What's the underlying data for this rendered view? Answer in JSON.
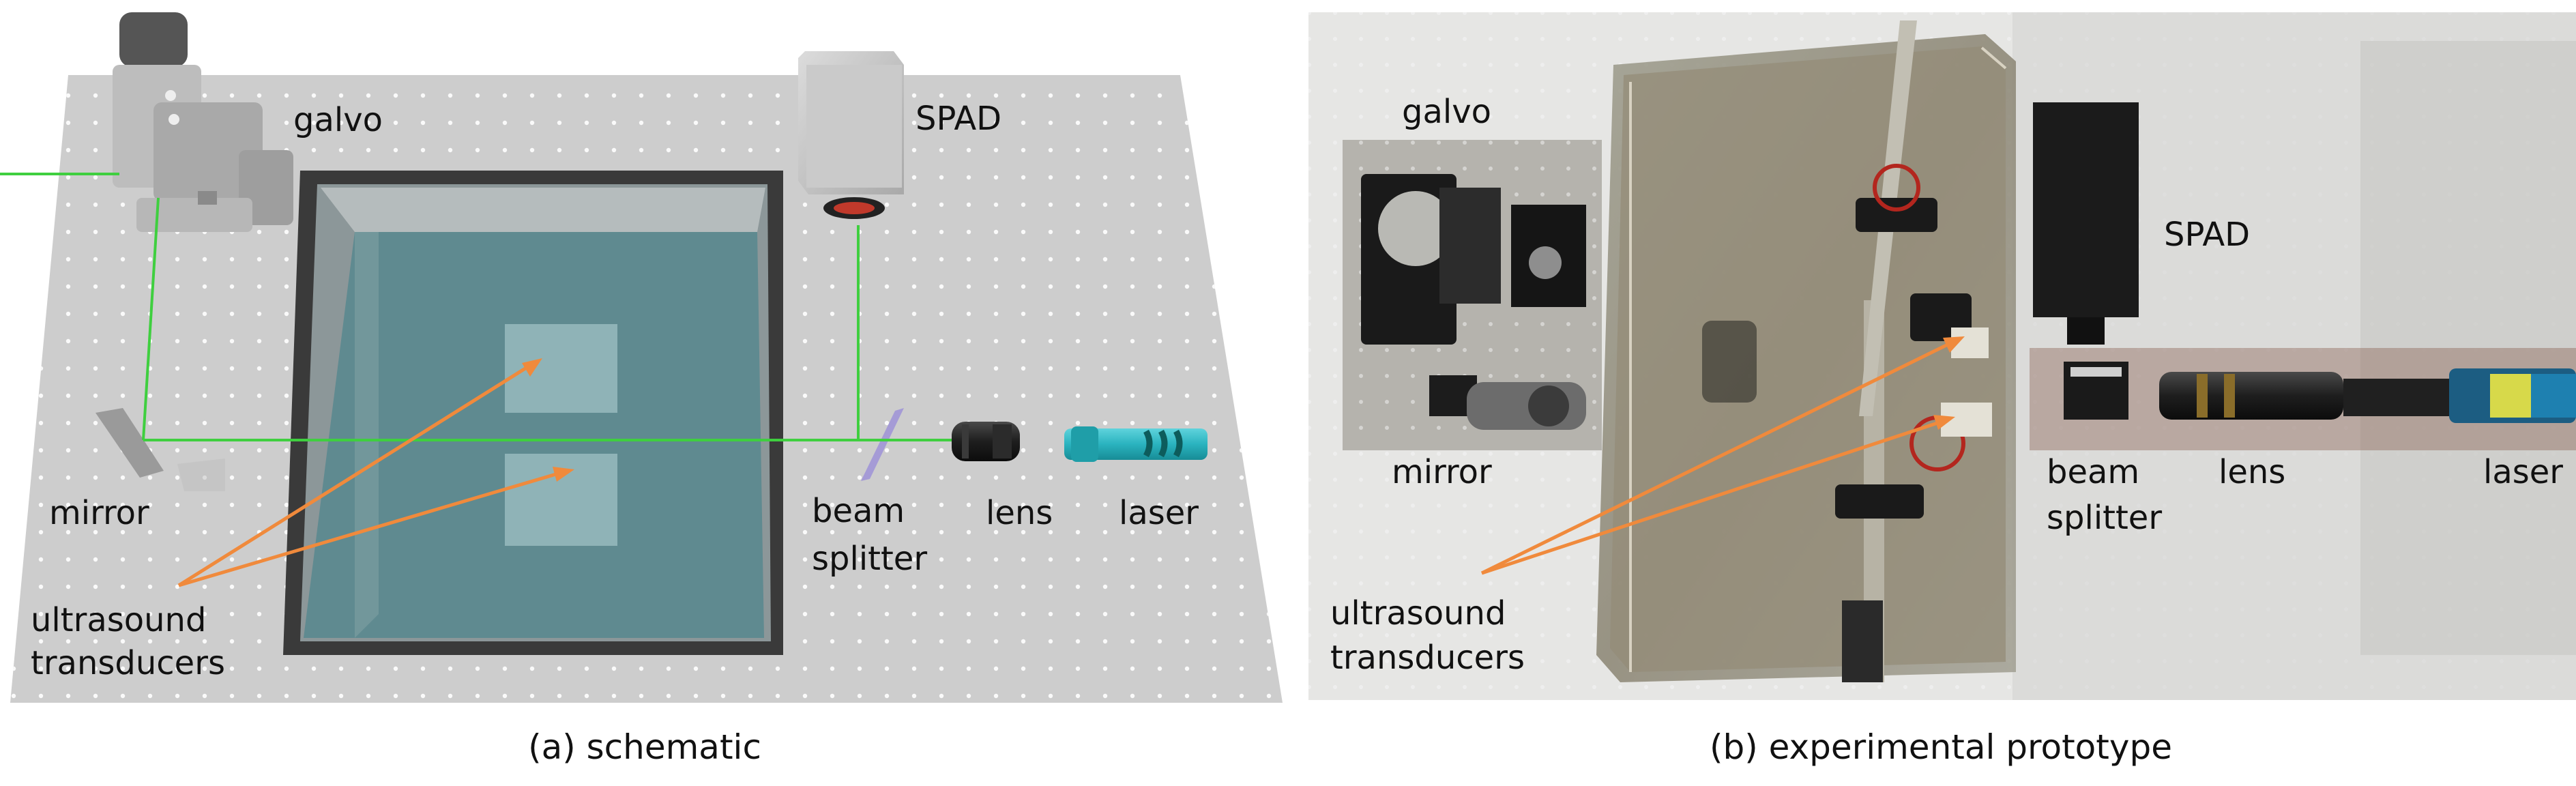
{
  "panels": {
    "a": {
      "caption": "(a) schematic",
      "labels": {
        "galvo": "galvo",
        "spad": "SPAD",
        "mirror": "mirror",
        "beam_splitter_1": "beam",
        "beam_splitter_2": "splitter",
        "lens": "lens",
        "laser": "laser",
        "ultrasound_1": "ultrasound",
        "ultrasound_2": "transducers"
      }
    },
    "b": {
      "caption": "(b) experimental prototype",
      "labels": {
        "galvo": "galvo",
        "spad": "SPAD",
        "mirror": "mirror",
        "beam_splitter_1": "beam",
        "beam_splitter_2": "splitter",
        "lens": "lens",
        "laser": "laser",
        "ultrasound_1": "ultrasound",
        "ultrasound_2": "transducers"
      }
    }
  },
  "colors": {
    "beam": "#3fcf3f",
    "pointer": "#f08a3c",
    "laser": "#2ab3bf",
    "water": "#557f86",
    "table": "#cfcfcf"
  },
  "icons": [
    "galvo-icon",
    "spad-icon",
    "mirror-icon",
    "lens-icon",
    "laser-icon",
    "beam-splitter-icon"
  ]
}
